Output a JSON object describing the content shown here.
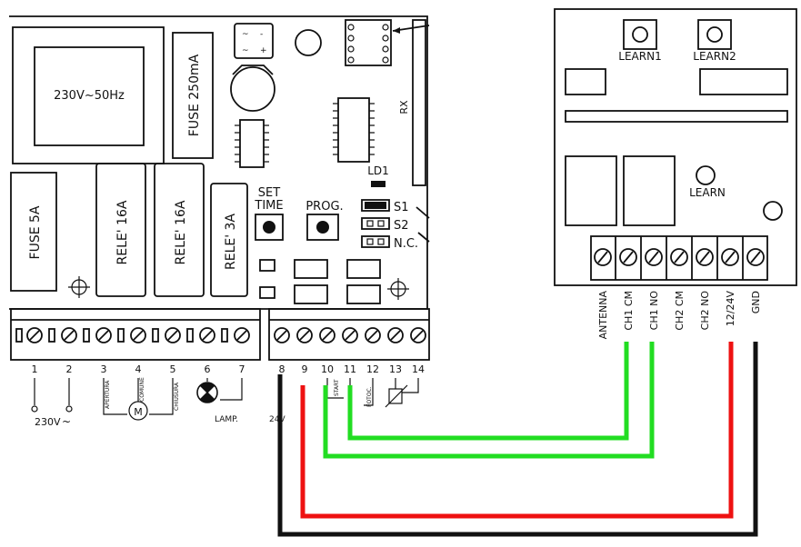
{
  "left_board": {
    "transformer_label": "230V~50Hz",
    "fuse_250_label": "FUSE 250mA",
    "rx_label": "RX",
    "ld1_label": "LD1",
    "fuse_5a_label": "FUSE 5A",
    "relay1_label": "RELE' 16A",
    "relay2_label": "RELE' 16A",
    "relay3_label": "RELE' 3A",
    "set_time_line1": "SET",
    "set_time_line2": "TIME",
    "prog_label": "PROG.",
    "s1_label": "S1",
    "s2_label": "S2",
    "nc_label": "N.C.",
    "terminal_numbers": [
      "1",
      "2",
      "3",
      "4",
      "5",
      "6",
      "7",
      "8",
      "9",
      "10",
      "11",
      "12",
      "13",
      "14"
    ],
    "power_label": "230V",
    "apertura_label": "APERTURA",
    "comune_label": "COMUNE",
    "chiusura_label": "CHIUSURA",
    "motor_label": "M",
    "lamp_label": "LAMP.",
    "voltage_label": "24V",
    "start_label": "START",
    "fotoc_label": "FOTOC."
  },
  "receiver": {
    "learn1_label": "LEARN1",
    "learn2_label": "LEARN2",
    "learn_label": "LEARN",
    "terminal_labels": [
      "ANTENNA",
      "CH1 CM",
      "CH1 NO",
      "CH2 CM",
      "CH2 NO",
      "12/24V",
      "GND"
    ]
  },
  "wire_colors": {
    "ch1_cm": "#22dd22",
    "ch1_no": "#22dd22",
    "power_pos": "#ee1111",
    "ground": "#111111"
  }
}
